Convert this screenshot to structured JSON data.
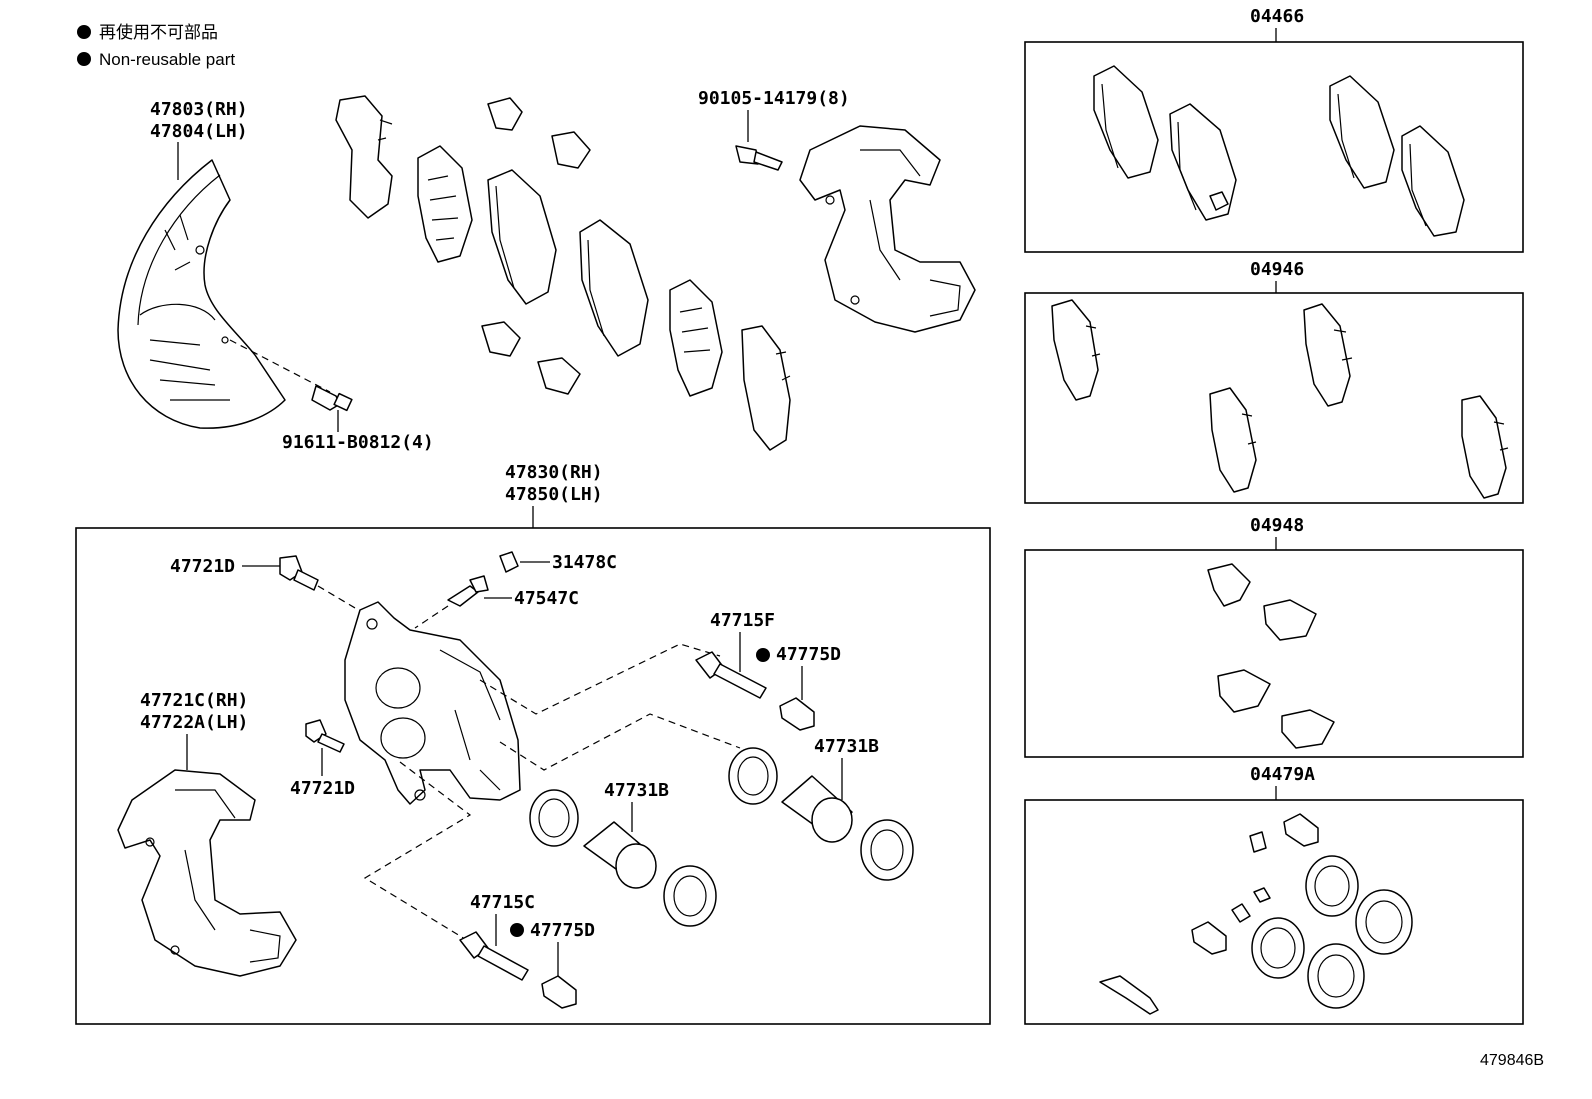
{
  "legend": {
    "japanese": "再使用不可部品",
    "english": "Non-reusable part"
  },
  "labels": {
    "dust_cover_rh": "47803(RH)",
    "dust_cover_lh": "47804(LH)",
    "cover_bolt": "91611-B0812(4)",
    "mount_bolt": "90105-14179(8)",
    "caliper_rh": "47830(RH)",
    "caliper_lh": "47850(LH)",
    "slide_bolt_top": "47721D",
    "bleeder_cap": "31478C",
    "bleeder_plug": "47547C",
    "pin_f": "47715F",
    "boot_top": "47775D",
    "piston_right": "47731B",
    "piston_center": "47731B",
    "mounting_rh": "47721C(RH)",
    "mounting_lh": "47722A(LH)",
    "slide_bolt_bottom": "47721D",
    "pin_c": "47715C",
    "boot_bottom": "47775D"
  },
  "kits": [
    {
      "code": "04466"
    },
    {
      "code": "04946"
    },
    {
      "code": "04948"
    },
    {
      "code": "04479A"
    }
  ],
  "figure_ref": "479846B"
}
